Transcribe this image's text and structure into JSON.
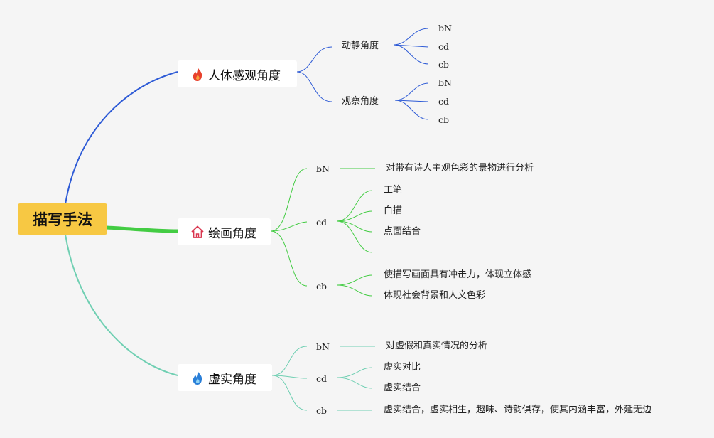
{
  "root": {
    "label": "描写手法"
  },
  "branches": [
    {
      "label": "人体感观角度",
      "icon": "fire-red-icon",
      "color": "#2e5bd6",
      "children": [
        {
          "label": "动静角度",
          "leaves": [
            "bN",
            "cd",
            "cb"
          ]
        },
        {
          "label": "观察角度",
          "leaves": [
            "bN",
            "cd",
            "cb"
          ]
        }
      ]
    },
    {
      "label": "绘画角度",
      "icon": "home-icon",
      "color": "#43cc43",
      "children": [
        {
          "label": "bN",
          "leaves": [
            "对带有诗人主观色彩的景物进行分析"
          ]
        },
        {
          "label": "cd",
          "leaves": [
            "工笔",
            "白描",
            "点面结合",
            ""
          ]
        },
        {
          "label": "cb",
          "leaves": [
            "使描写画面具有冲击力，体现立体感",
            "体现社会背景和人文色彩"
          ]
        }
      ]
    },
    {
      "label": "虚实角度",
      "icon": "fire-blue-icon",
      "color": "#6fcfb2",
      "children": [
        {
          "label": "bN",
          "leaves": [
            "对虚假和真实情况的分析"
          ]
        },
        {
          "label": "cd",
          "leaves": [
            "虚实对比",
            "虚实结合"
          ]
        },
        {
          "label": "cb",
          "leaves": [
            "虚实结合，虚实相生，趣味、诗韵俱存，使其内涵丰富，外延无边"
          ]
        }
      ]
    }
  ]
}
